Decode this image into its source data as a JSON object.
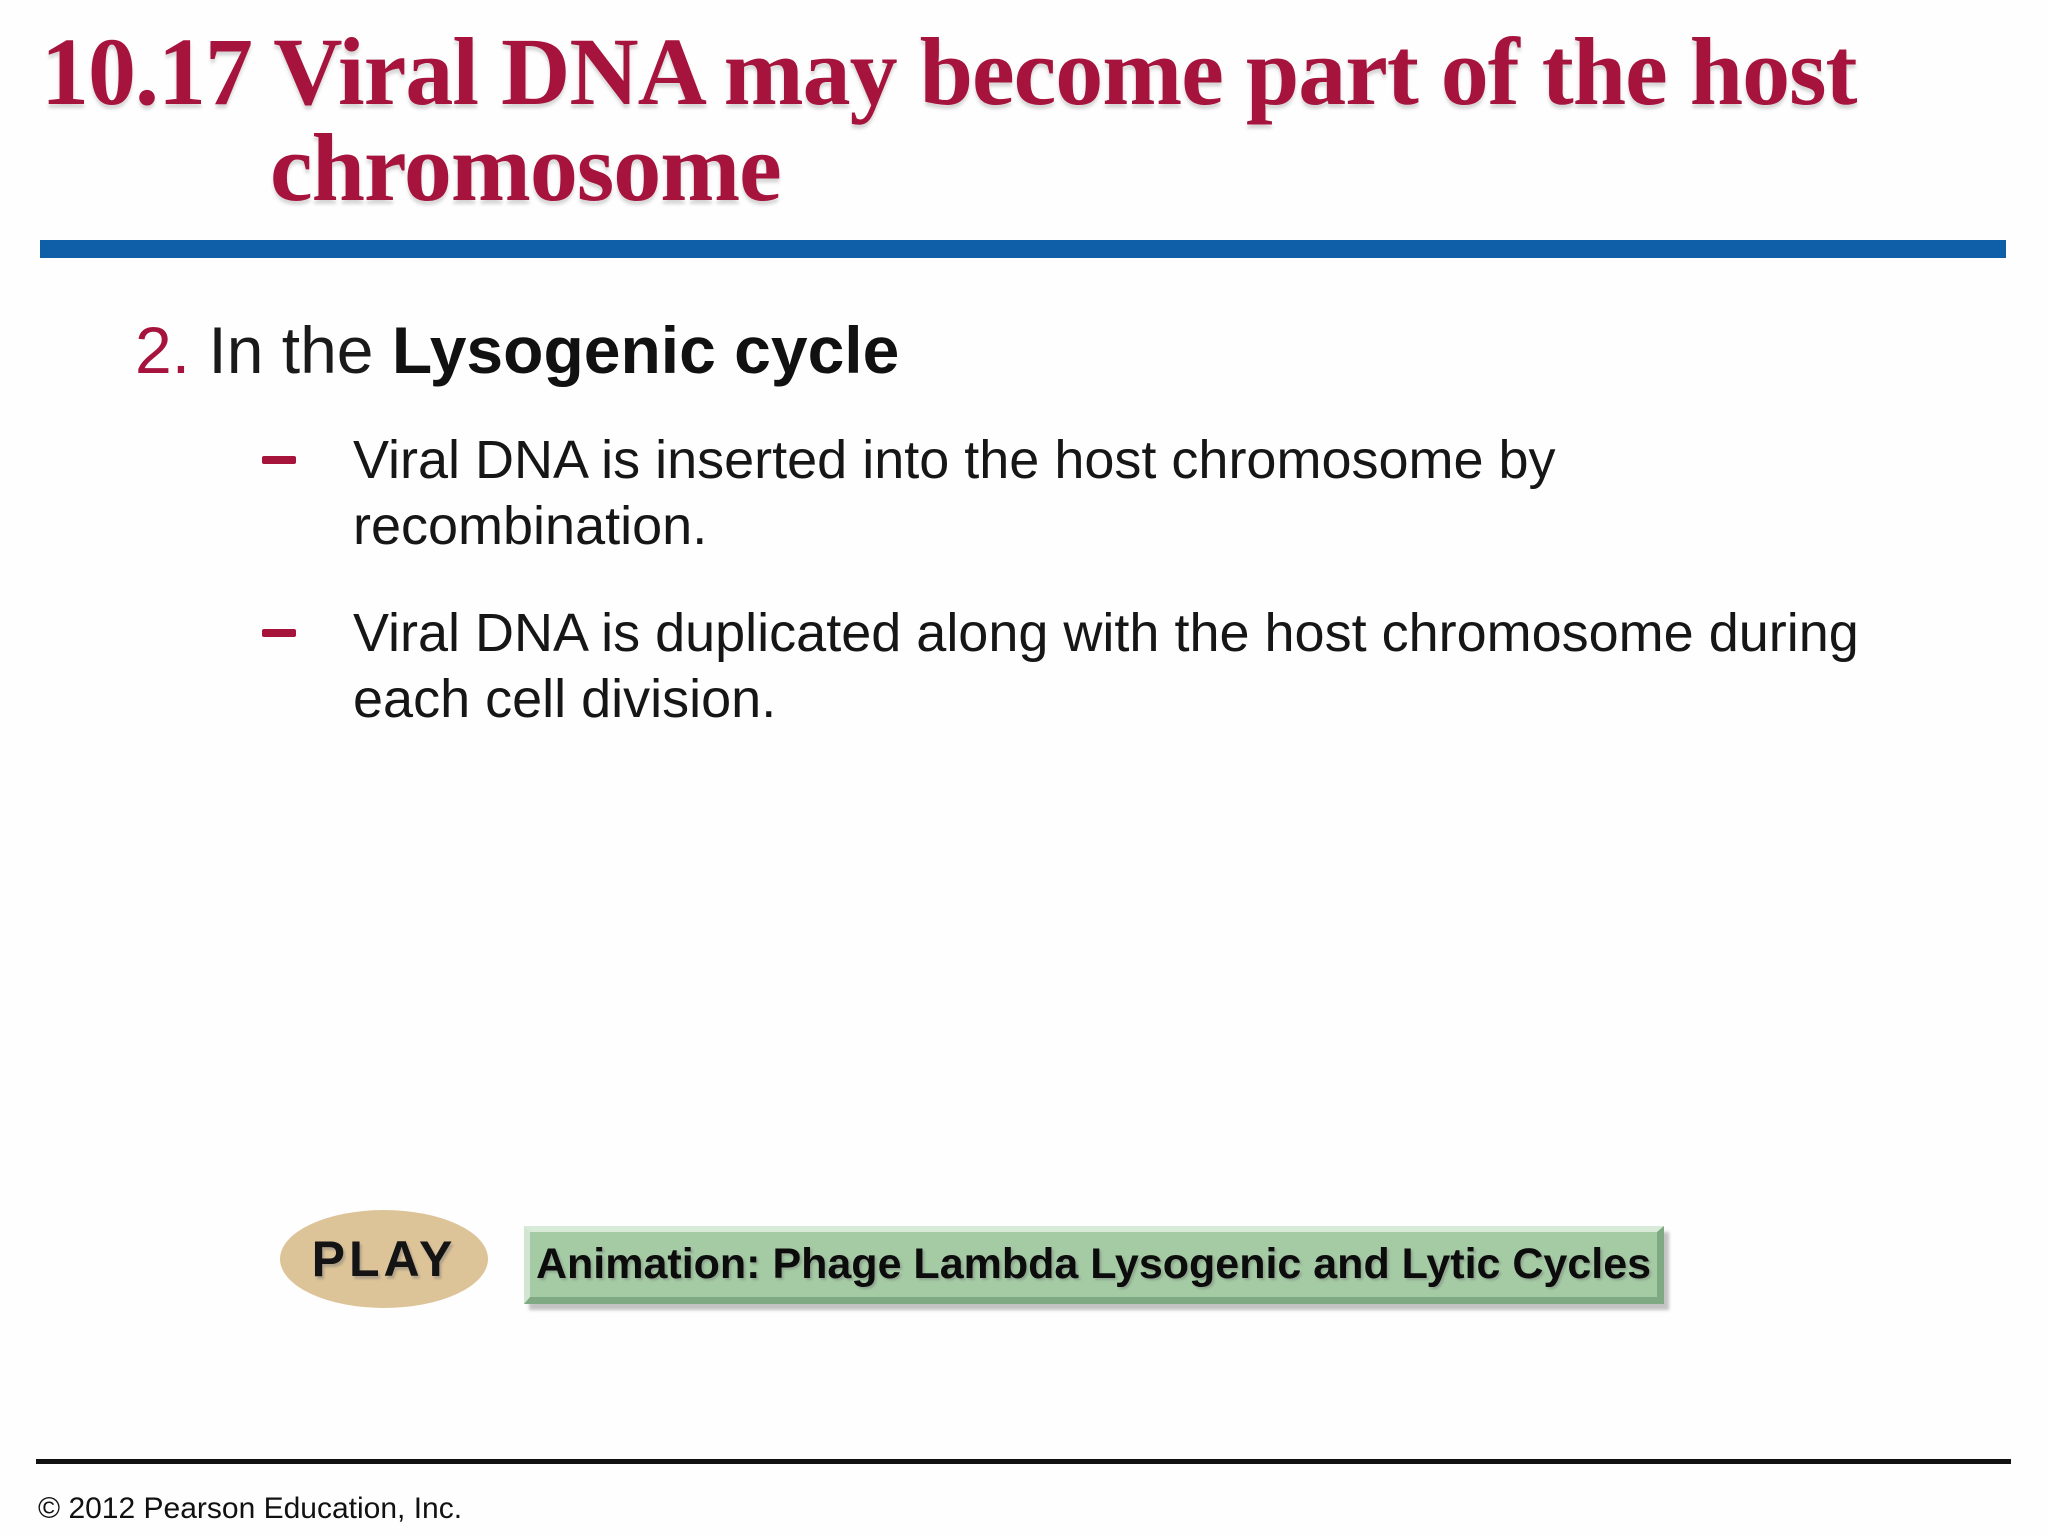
{
  "title": {
    "lines": [
      "10.17 Viral DNA may become part of the host",
      "chromosome"
    ],
    "color": "#A6133C"
  },
  "heading": {
    "number": "2.",
    "prefix": " In the ",
    "emphasis": "Lysogenic cycle"
  },
  "bullets": [
    {
      "lines": [
        "Viral DNA is inserted into the host chromosome by",
        "recombination."
      ]
    },
    {
      "lines": [
        "Viral DNA is duplicated along with the host chromosome during",
        "each cell division."
      ]
    }
  ],
  "play_button": {
    "label": "PLAY",
    "background": "#DDC498"
  },
  "animation_banner": {
    "label": "Animation: Phage Lambda Lysogenic and Lytic Cycles",
    "background": "#A5CBA5"
  },
  "footer": {
    "copyright": "© 2012 Pearson Education, Inc."
  },
  "colors": {
    "accent_red": "#A6133C",
    "divider_blue": "#0E5FA8",
    "footer_black": "#111111"
  }
}
